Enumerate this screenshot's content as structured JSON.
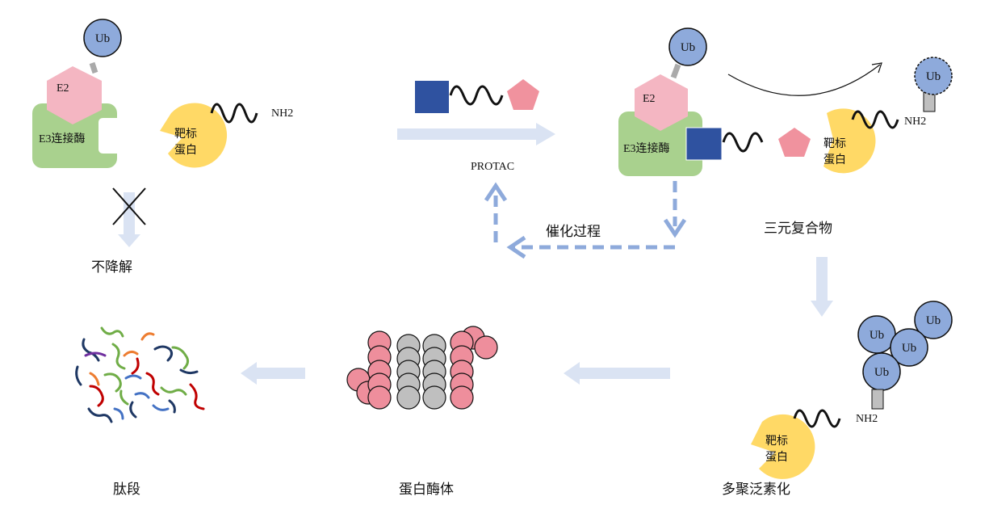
{
  "labels": {
    "ub": "Ub",
    "e2": "E2",
    "e3": "E3连接酶",
    "target_line1": "靶标",
    "target_line2": "蛋白",
    "nh2": "NH2",
    "protac": "PROTAC",
    "no_degradation": "不降解",
    "catalytic": "催化过程",
    "ternary": "三元复合物",
    "polyubiquitination": "多聚泛素化",
    "proteasome": "蛋白酶体",
    "peptides": "肽段"
  },
  "colors": {
    "ub": "#8eaadb",
    "e2": "#f4b6c2",
    "e3": "#a9d18e",
    "target": "#ffd966",
    "protac_square": "#2f52a0",
    "protac_pentagon": "#f0929e",
    "arrow": "#dae3f3",
    "dashed_arrow": "#8eaadb",
    "proteasome_pink": "#ee8e9c",
    "proteasome_gray": "#bfbfbf"
  }
}
